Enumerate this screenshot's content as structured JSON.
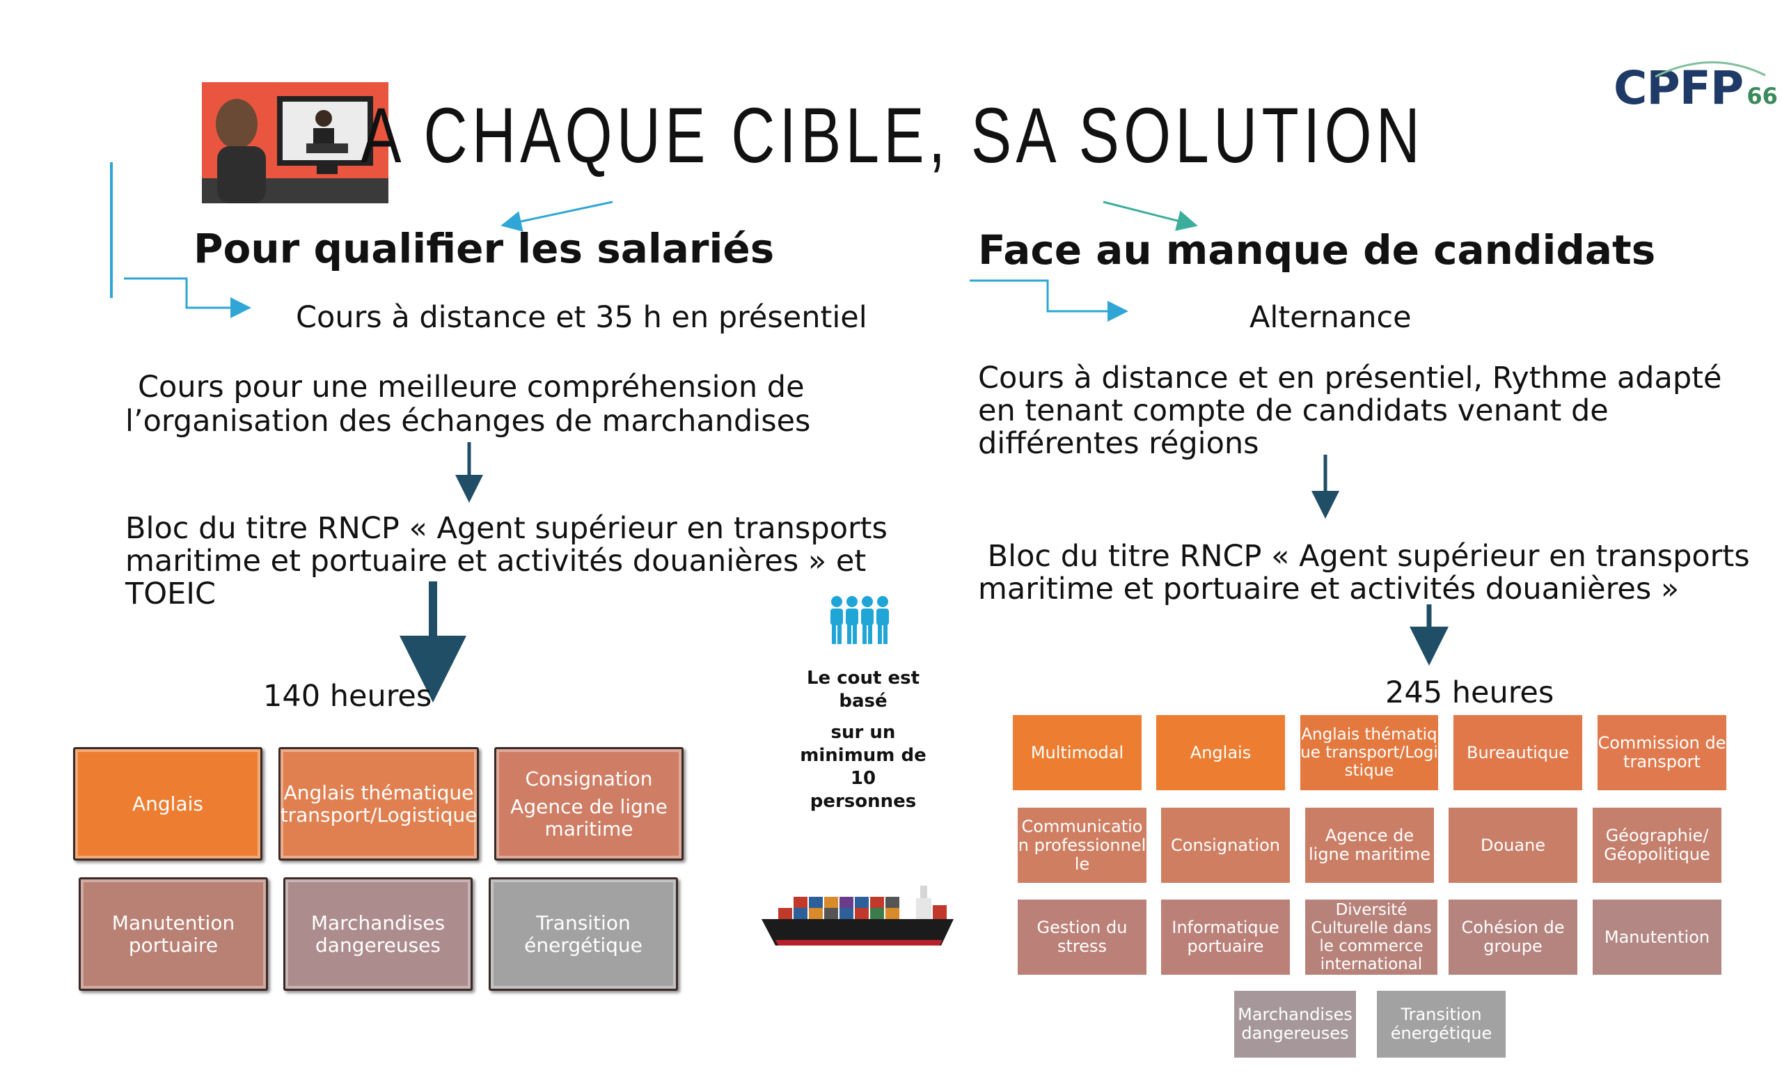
{
  "title": "A CHAQUE CIBLE, SA SOLUTION",
  "logo": {
    "text": "CPFP",
    "suffix": "66",
    "color": "#1f3a66",
    "accent": "#3a8a5a"
  },
  "left": {
    "heading": "Pour qualifier les salariés",
    "mode": "Cours à distance et 35 h en présentiel",
    "description_1": "Cours pour une meilleure compréhension de",
    "description_2": "l’organisation  des échanges de marchandises",
    "bloc_1": "Bloc du titre RNCP « Agent supérieur en transports",
    "bloc_2": "maritime et portuaire et activités douanières » et",
    "bloc_3": "TOEIC",
    "hours": "140 heures",
    "modules": [
      {
        "label": "Anglais",
        "color": "#ec7d31"
      },
      {
        "label": "Anglais thématique transport/Logistique",
        "color": "#e08050"
      },
      {
        "label": "Consignation",
        "label2": "Agence de ligne maritime",
        "color": "#cf7d64"
      },
      {
        "label": "Manutention portuaire",
        "color": "#b98074"
      },
      {
        "label": "Marchandises dangereuses",
        "color": "#ad8c8e"
      },
      {
        "label": "Transition énergétique",
        "color": "#a2a2a2"
      }
    ]
  },
  "right": {
    "heading": "Face au manque de candidats",
    "mode": "Alternance",
    "description_1": "Cours à distance et en présentiel, Rythme adapté",
    "description_2": "en tenant compte de candidats venant de",
    "description_3": "différentes régions",
    "bloc_1": " Bloc du titre RNCP « Agent supérieur en transports",
    "bloc_2": "maritime et portuaire et activités douanières »",
    "hours": "245 heures",
    "modules": [
      {
        "label": "Multimodal",
        "color": "#ec7d31"
      },
      {
        "label": "Anglais",
        "color": "#ec7d31"
      },
      {
        "label": "Anglais thématique transport/Logistique",
        "color": "#e3793e"
      },
      {
        "label": "Bureautique",
        "color": "#e0784a"
      },
      {
        "label": "Commission de transport",
        "color": "#e07a4e"
      },
      {
        "label": "Communication professionnelle",
        "color": "#cf7e62"
      },
      {
        "label": "Consignation",
        "color": "#cf7e62"
      },
      {
        "label": "Agence de ligne maritime",
        "color": "#cb7e66"
      },
      {
        "label": "Douane",
        "color": "#c97e68"
      },
      {
        "label": "Géographie/ Géopolitique",
        "color": "#c47f6d"
      },
      {
        "label": "Gestion du stress",
        "color": "#bb8077"
      },
      {
        "label": "Informatique portuaire",
        "color": "#bb8077"
      },
      {
        "label": "Diversité Culturelle dans le commerce international",
        "color": "#b7827a"
      },
      {
        "label": "Cohésion de groupe",
        "color": "#b5847f"
      },
      {
        "label": "Manutention",
        "color": "#b38784"
      },
      {
        "label": "Marchandises dangereuses",
        "color": "#a6989a"
      },
      {
        "label": "Transition énergétique",
        "color": "#a2a2a2"
      }
    ]
  },
  "cost": {
    "line1": "Le cout est",
    "line2": "basé",
    "line3": "sur un",
    "line4": "minimum de 10",
    "line5": "personnes"
  },
  "colors": {
    "arrow_blue": "#2fa6d6",
    "arrow_teal": "#3aae9a",
    "arrow_dark": "#1f4e66",
    "people_icon": "#1fa6d6"
  }
}
